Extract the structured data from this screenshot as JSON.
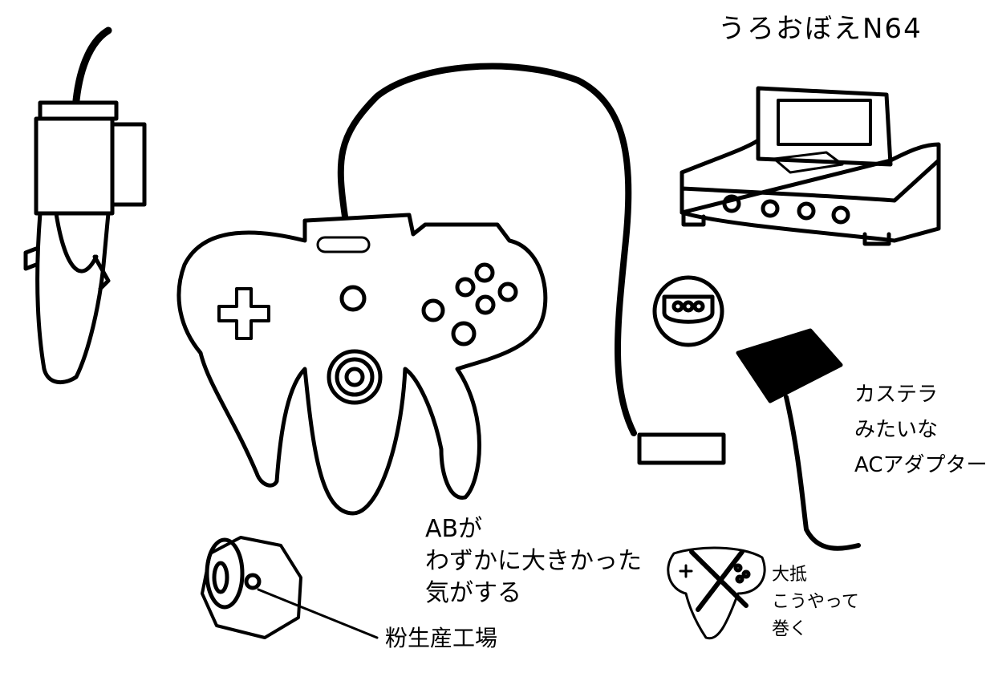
{
  "title": "うろおぼえN64",
  "ac_note": [
    "カステラ",
    "みたいな",
    "ACアダプター"
  ],
  "ab_note": [
    "ABが",
    "わずかに大きかった",
    "気がする"
  ],
  "stick_note": "粉生産工場",
  "wind_note": [
    "大抵",
    "こうやって",
    "巻く"
  ],
  "ink_color": "#000000"
}
